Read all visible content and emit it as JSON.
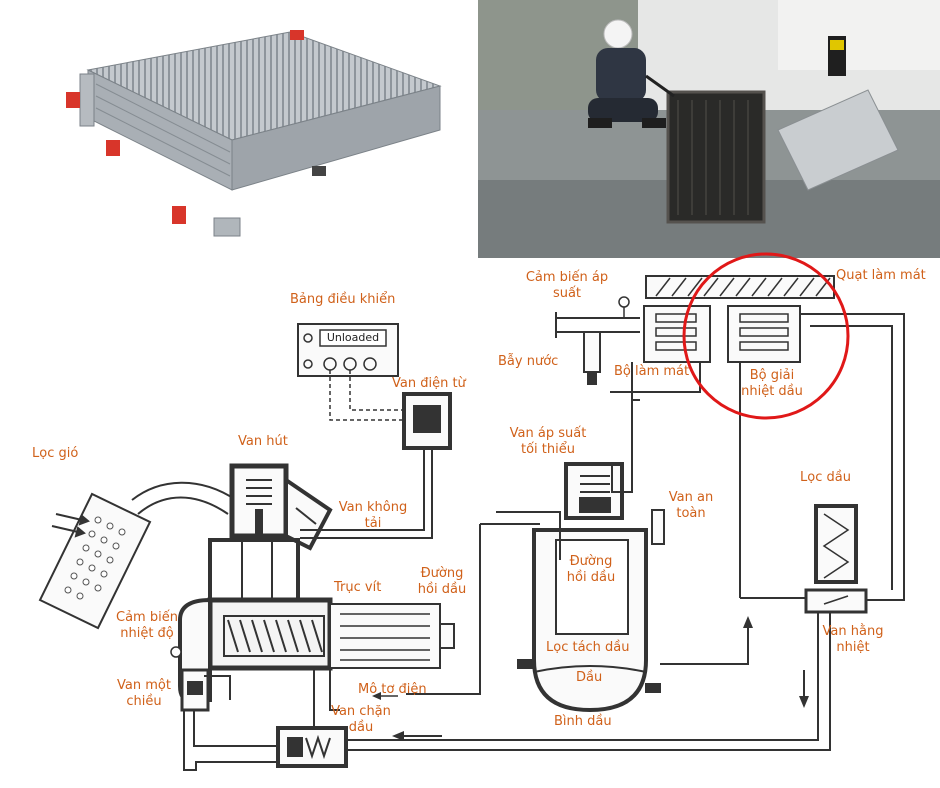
{
  "colors": {
    "label": "#d0611a",
    "highlight_circle": "#e01818",
    "line": "#333333",
    "photo_background": "#e8ecee",
    "radiator_silver": "#b9bec3",
    "radiator_dark": "#2a2a28",
    "port_red": "#d8352a"
  },
  "icons": {
    "product_photo": "aluminum-oil-cooler-photo",
    "worker_photo": "worker-cleaning-radiator-photo"
  },
  "panel": {
    "display": "Unloaded"
  },
  "labels": {
    "air_filter": "Lọc gió",
    "intake_valve": "Van hút",
    "control_panel": "Bảng điều khiển",
    "solenoid_valve": "Van điện từ",
    "pressure_sensor": "Cảm biến áp suất",
    "water_trap": "Bẫy nước",
    "cooler": "Bộ làm mát",
    "oil_radiator": "Bộ giải nhiệt dầu",
    "cooling_fan": "Quạt làm mát",
    "min_pressure_valve": "Van áp suất tối thiểu",
    "unload_valve": "Van không tải",
    "oil_return_line_left": "Đường hồi dầu",
    "oil_return_line_right": "Đường hồi dầu",
    "safety_valve": "Van an toàn",
    "oil_filter": "Lọc dầu",
    "screw": "Trục vít",
    "temp_sensor": "Cảm biến nhiệt độ",
    "separator_filter": "Lọc tách dầu",
    "oil": "Dầu",
    "thermostat_valve": "Van hằng nhiệt",
    "check_valve": "Van một chiều",
    "motor": "Mô tơ điện",
    "oil_stop_valve": "Van chặn dầu",
    "oil_tank": "Bình dầu"
  }
}
